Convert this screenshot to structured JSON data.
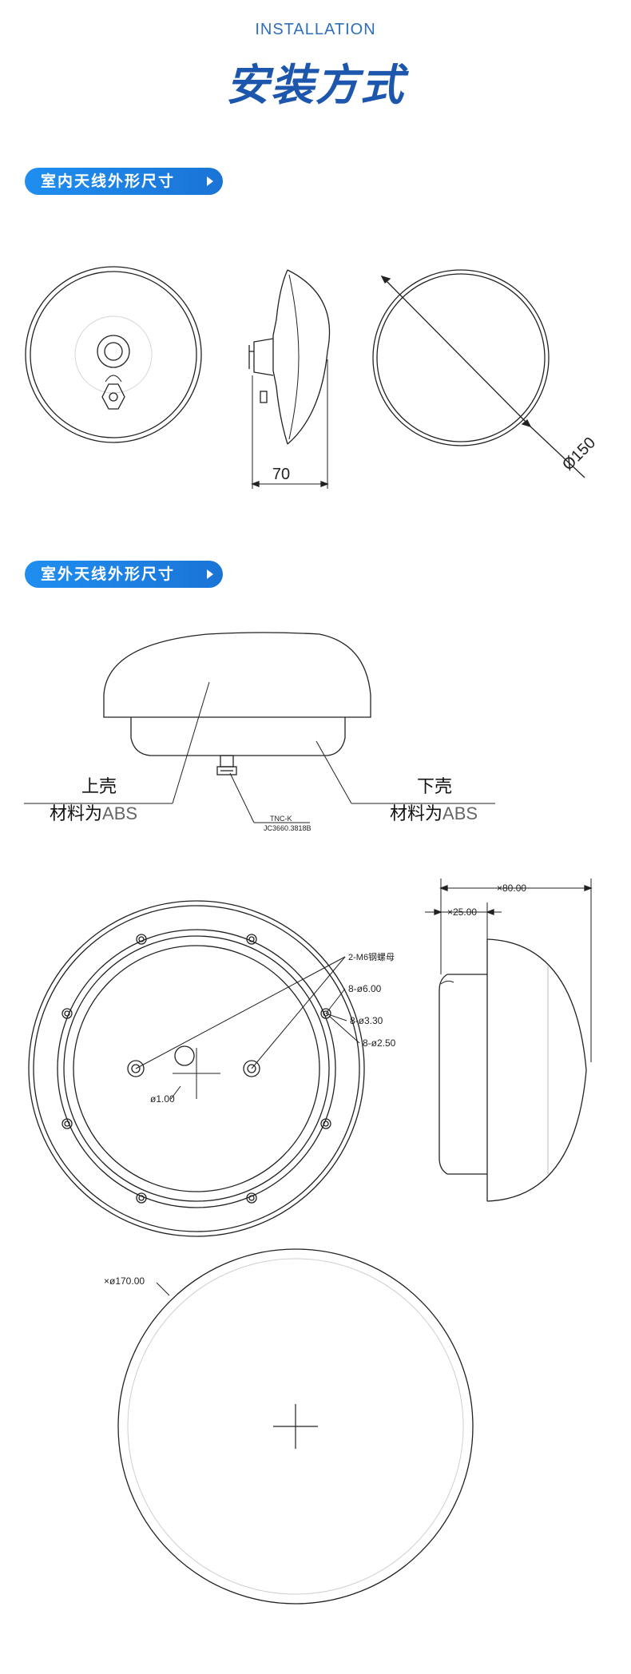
{
  "header": {
    "subtitle": "INSTALLATION",
    "title": "安装方式"
  },
  "section_indoor": {
    "label": "室内天线外形尺寸"
  },
  "section_outdoor": {
    "label": "室外天线外形尺寸"
  },
  "indoor": {
    "width_dim": "70",
    "diameter_dim": "Ø150"
  },
  "outdoor": {
    "upper_shell": "上壳",
    "upper_material_prefix": "材料为",
    "upper_material": "ABS",
    "lower_shell": "下壳",
    "lower_material_prefix": "材料为",
    "lower_material": "ABS",
    "connector": "TNC-K",
    "part_no": "JC3660.3818B",
    "nut_label": "2-M6钢螺母",
    "hole1": "8-ø6.00",
    "hole2": "8-ø3.30",
    "hole3": "8-ø2.50",
    "center_dim": "ø1.00",
    "dim_80": "×80.00",
    "dim_25": "×25.00",
    "dim_170": "×ø170.00"
  }
}
